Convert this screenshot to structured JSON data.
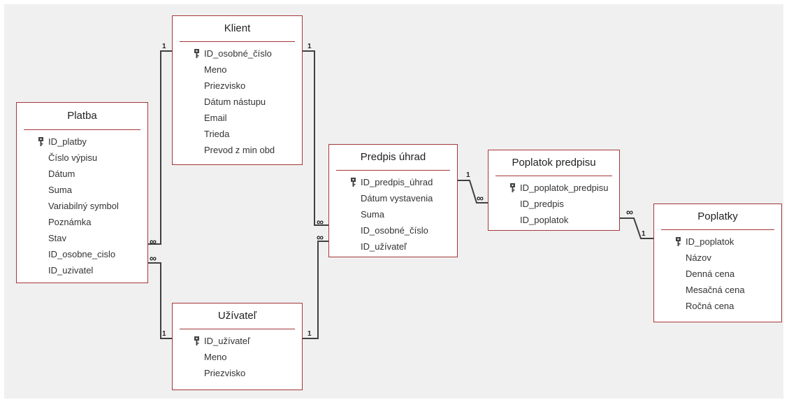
{
  "tables": {
    "klient": {
      "title": "Klient",
      "fields": [
        "ID_osobné_číslo",
        "Meno",
        "Priezvisko",
        "Dátum nástupu",
        "Email",
        "Trieda",
        "Prevod z min obd"
      ]
    },
    "platba": {
      "title": "Platba",
      "fields": [
        "ID_platby",
        "Číslo výpisu",
        "Dátum",
        "Suma",
        "Variabilný symbol",
        "Poznámka",
        "Stav",
        "ID_osobne_cislo",
        "ID_uzivatel"
      ]
    },
    "uzivatel": {
      "title": "Užívateľ",
      "fields": [
        "ID_užívateľ",
        "Meno",
        "Priezvisko"
      ]
    },
    "predpis": {
      "title": "Predpis úhrad",
      "fields": [
        "ID_predpis_úhrad",
        "Dátum vystavenia",
        "Suma",
        "ID_osobné_číslo",
        "ID_užívateľ"
      ]
    },
    "poplatok_predpisu": {
      "title": "Poplatok predpisu",
      "fields": [
        "ID_poplatok_predpisu",
        "ID_predpis",
        "ID_poplatok"
      ]
    },
    "poplatky": {
      "title": "Poplatky",
      "fields": [
        "ID_poplatok",
        "Názov",
        "Denná cena",
        "Mesačná cena",
        "Ročná cena"
      ]
    }
  },
  "cardinality": {
    "one": "1",
    "many": "∞"
  },
  "colors": {
    "table_border": "#a4373a",
    "canvas": "#f0f0f0",
    "line": "#404040"
  },
  "icons": {
    "primary_key": "key-icon"
  }
}
